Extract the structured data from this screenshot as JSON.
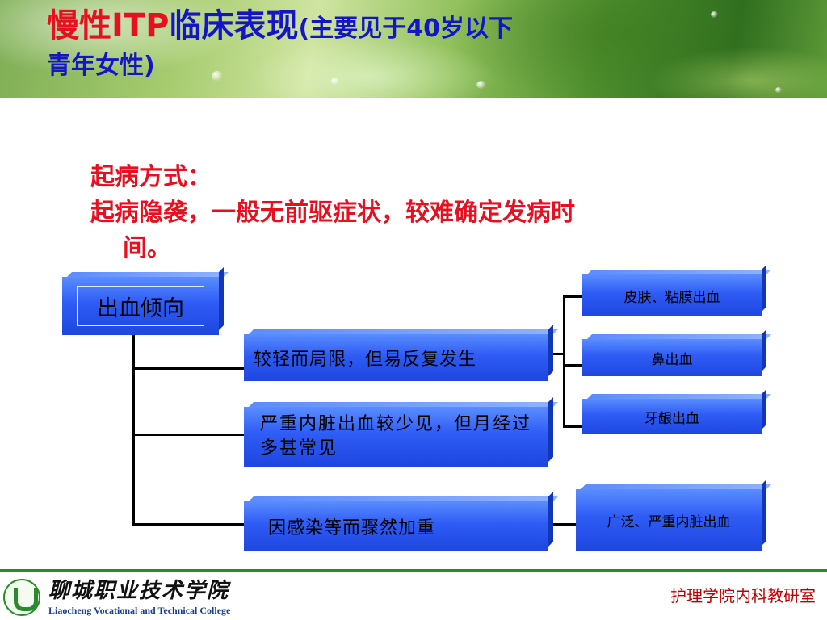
{
  "title": {
    "part_red": "慢性ITP",
    "part_blue": "临床表现",
    "subtitle_line1": "(主要见于40岁以下",
    "subtitle_line2": "青年女性)"
  },
  "intro": {
    "line1": "起病方式：",
    "line2": "起病隐袭，一般无前驱症状，较难确定发病时",
    "line3": "间。"
  },
  "diagram": {
    "root": "出血倾向",
    "branches": [
      "较轻而局限，但易反复发生",
      "严重内脏出血较少见，但月经过多甚常见",
      "因感染等而骤然加重"
    ],
    "leaves": [
      "皮肤、粘膜出血",
      "鼻出血",
      "牙龈出血",
      "广泛、严重内脏出血"
    ]
  },
  "footer": {
    "college_cn": "聊城职业技术学院",
    "college_en": "Liaocheng Vocational and Technical College",
    "department": "护理学院内科教研室"
  },
  "colors": {
    "title_red": "#e8101e",
    "title_blue": "#1515c8",
    "box_blue": "#2e5cf5",
    "footer_green": "#2b8a2b",
    "footer_red": "#c00000"
  }
}
